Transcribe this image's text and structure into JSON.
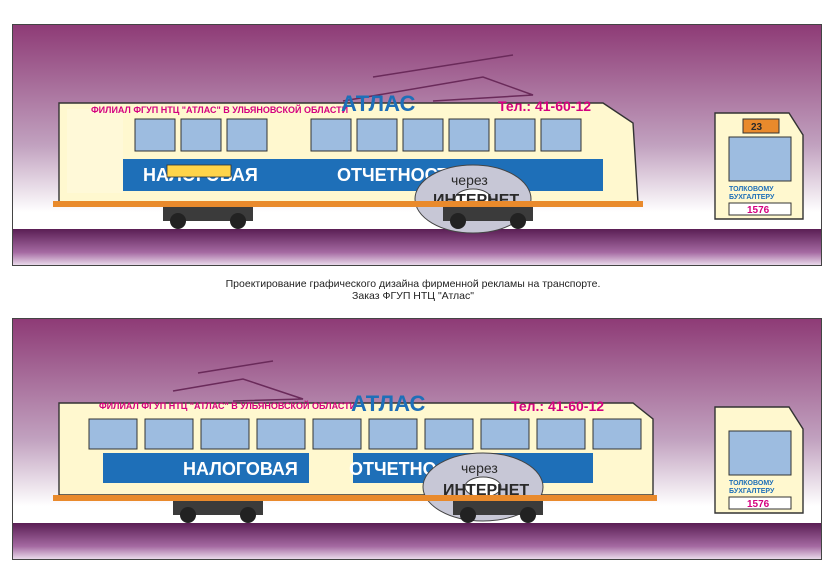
{
  "caption": {
    "line1": "Проектирование графического дизайна фирменной рекламы на транспорте.",
    "line2": "Заказ ФГУП НТЦ \"Атлас\""
  },
  "ads": {
    "branch_text": "ФИЛИАЛ ФГУП НТЦ \"АТЛАС\" В УЛЬЯНОВСКОЙ ОБЛАСТИ",
    "brand": "АТЛАС",
    "phone": "Тел.: 41-60-12",
    "word1": "НАЛОГОВАЯ",
    "word2": "ОТЧЕТНОСТЬ",
    "via": "через",
    "internet": "ИНТЕРНЕТ",
    "route_number": "23",
    "front_slogan_1": "ТОЛКОВОМУ",
    "front_slogan_2": "БУХГАЛТЕРУ",
    "tram_number": "1576"
  },
  "colors": {
    "body": "#fff8cf",
    "blue": "#1e6fb8",
    "magenta": "#d4007f",
    "window": "#8fb4d9",
    "stripe": "#e98a2c"
  }
}
